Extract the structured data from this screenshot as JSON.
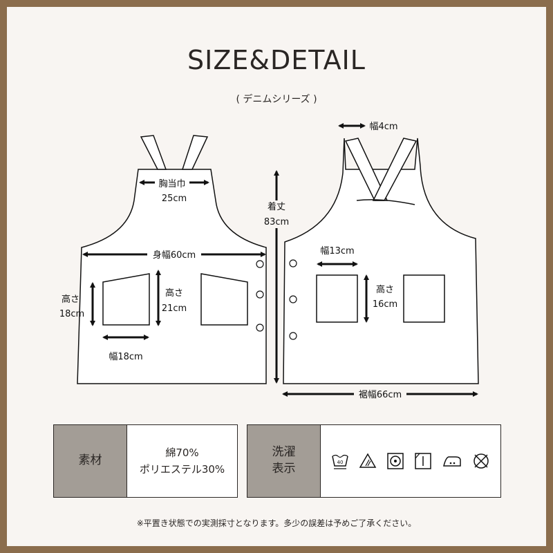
{
  "title": "SIZE&DETAIL",
  "subtitle": "( デニムシリーズ )",
  "front": {
    "chest_label": "胸当巾",
    "chest_value": "25cm",
    "body_width": "身幅60cm",
    "pocket_left_height_label": "高さ",
    "pocket_left_height_value": "18cm",
    "pocket_right_height_label": "高さ",
    "pocket_right_height_value": "21cm",
    "pocket_width": "幅18cm"
  },
  "length_label": "着丈",
  "length_value": "83cm",
  "back": {
    "strap_width": "幅4cm",
    "pocket_width": "幅13cm",
    "pocket_height_label": "高さ",
    "pocket_height_value": "16cm",
    "hem_width": "裾幅66cm"
  },
  "material": {
    "label": "素材",
    "line1": "綿70%",
    "line2": "ポリエステル30%"
  },
  "washing": {
    "label_line1": "洗濯",
    "label_line2": "表示",
    "icons": [
      "wash-40-icon",
      "bleach-ok-icon",
      "tumble-dry-icon",
      "line-dry-icon",
      "iron-medium-icon",
      "no-dry-clean-icon"
    ],
    "wash_temp": "40"
  },
  "note": "※平置き状態での実測採寸となります。多少の誤差は予めご了承ください。"
}
